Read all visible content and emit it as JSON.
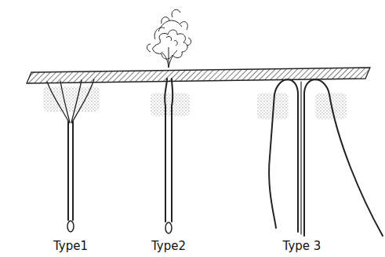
{
  "diagram": {
    "labels": [
      "Type1",
      "Type2",
      "Type 3"
    ]
  }
}
